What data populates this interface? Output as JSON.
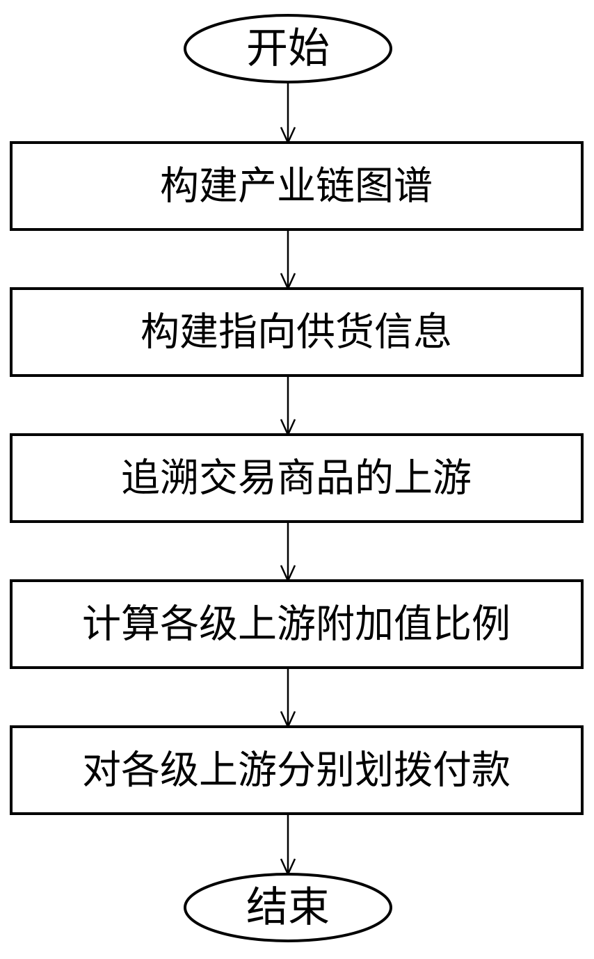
{
  "flowchart": {
    "start": {
      "label": "开始"
    },
    "steps": [
      {
        "label": "构建产业链图谱"
      },
      {
        "label": "构建指向供货信息"
      },
      {
        "label": "追溯交易商品的上游"
      },
      {
        "label": "计算各级上游附加值比例"
      },
      {
        "label": "对各级上游分别划拨付款"
      }
    ],
    "end": {
      "label": "结束"
    }
  }
}
